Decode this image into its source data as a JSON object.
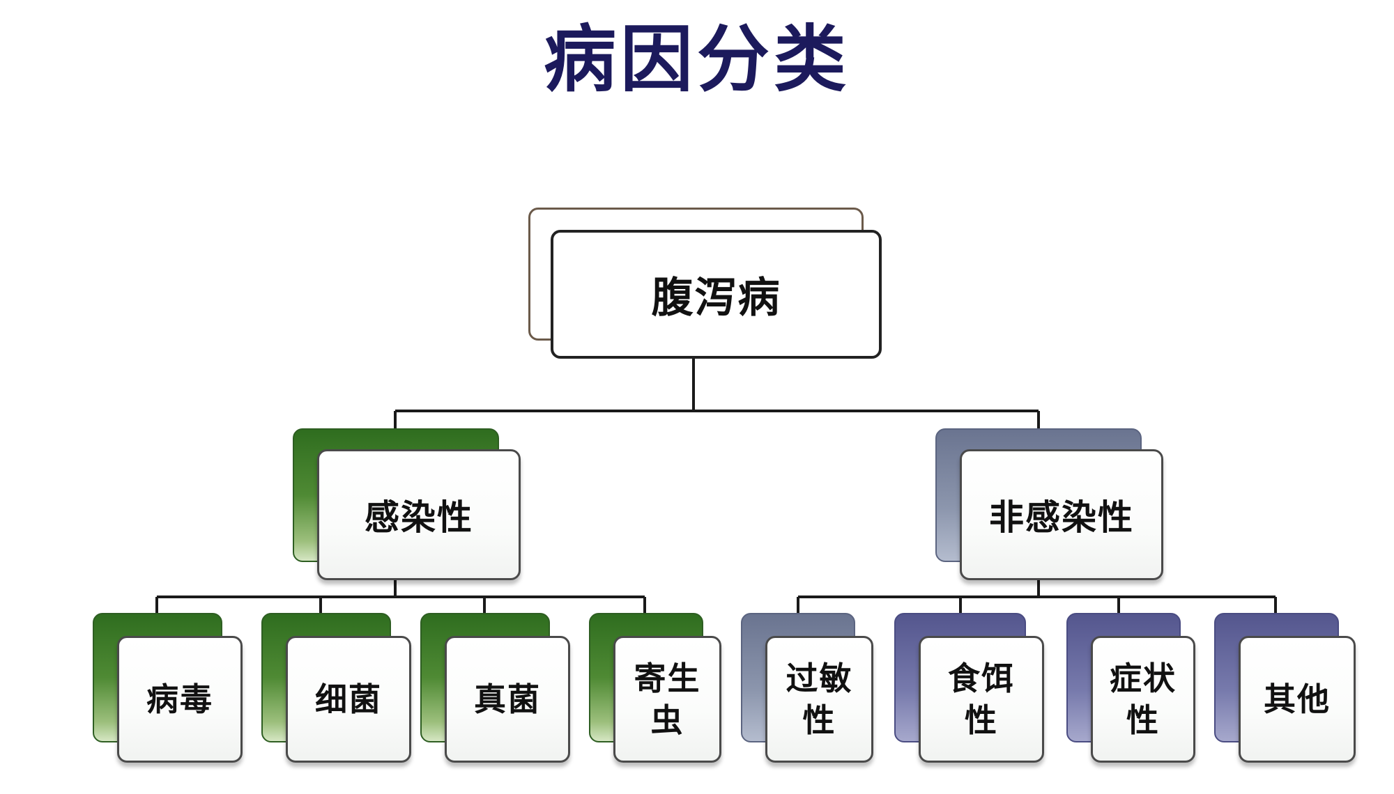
{
  "title": "病因分类",
  "root": {
    "label": "腹泻病"
  },
  "categories": [
    {
      "label": "感染性",
      "children": [
        {
          "label": "病毒"
        },
        {
          "label": "细菌"
        },
        {
          "label": "真菌"
        },
        {
          "label": "寄生\n虫"
        }
      ]
    },
    {
      "label": "非感染性",
      "children": [
        {
          "label": "过敏\n性"
        },
        {
          "label": "食饵\n性"
        },
        {
          "label": "症状\n性"
        },
        {
          "label": "其他"
        }
      ]
    }
  ],
  "colors": {
    "title": "#1c1a5c",
    "infectious_accent": "#2f6d1f",
    "noninfectious_accent": "#6a7490",
    "noninfectious_leaf_accent": "#54568e"
  }
}
